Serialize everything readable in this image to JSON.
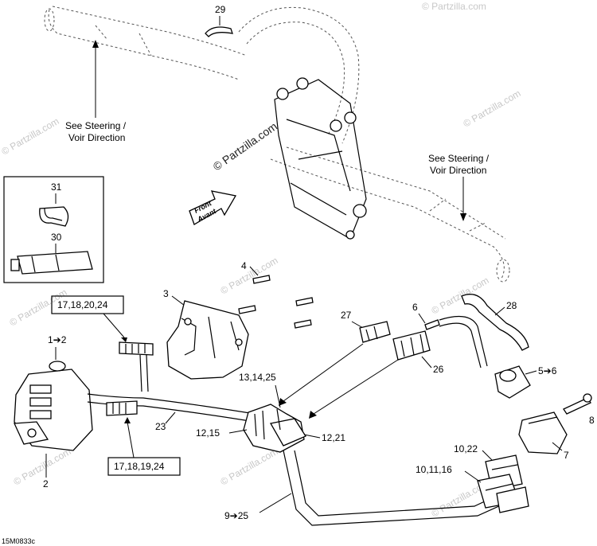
{
  "figure_code": "15M0833c",
  "watermark": "© Partzilla.com",
  "front_arrow": {
    "line1": "Front",
    "line2": "Avant"
  },
  "notes": {
    "steering_left": {
      "line1": "See Steering /",
      "line2": "Voir Direction"
    },
    "steering_right": {
      "line1": "See Steering /",
      "line2": "Voir Direction"
    }
  },
  "callouts": {
    "c29": "29",
    "c31": "31",
    "c30": "30",
    "c4": "4",
    "c3": "3",
    "box_top": "17,18,20,24",
    "c1_2": "1➔2",
    "c2": "2",
    "box_bottom": "17,18,19,24",
    "c23": "23",
    "c12_15": "12,15",
    "c13_14_25": "13,14,25",
    "c12_21": "12,21",
    "c27": "27",
    "c26": "26",
    "c6": "6",
    "c28": "28",
    "c5_6": "5➔6",
    "c8": "8",
    "c7": "7",
    "c10_22": "10,22",
    "c10_11_16": "10,11,16",
    "c9_25": "9➔25"
  }
}
